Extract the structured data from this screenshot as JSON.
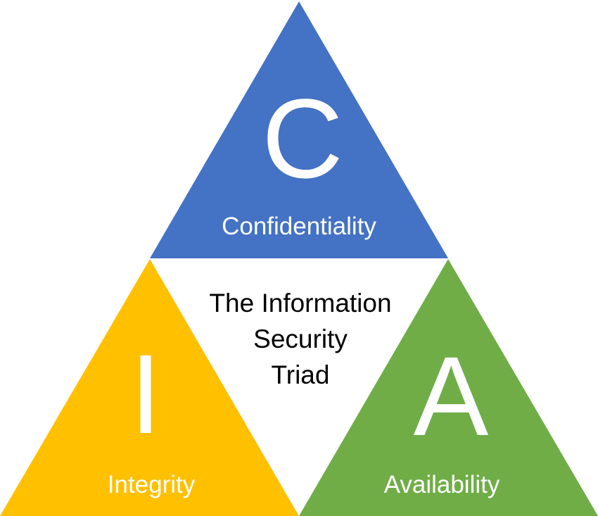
{
  "diagram": {
    "background_color": "#ffffff",
    "center": {
      "line1": "The Information",
      "line2": "Security",
      "line3": "Triad",
      "text_color": "#000000"
    },
    "sections": {
      "confidentiality": {
        "letter": "C",
        "label": "Confidentiality",
        "color": "#4472C4",
        "text_color": "#ffffff"
      },
      "integrity": {
        "letter": "I",
        "label": "Integrity",
        "color": "#FFC000",
        "text_color": "#ffffff"
      },
      "availability": {
        "letter": "A",
        "label": "Availability",
        "color": "#70AD47",
        "text_color": "#ffffff"
      }
    }
  }
}
